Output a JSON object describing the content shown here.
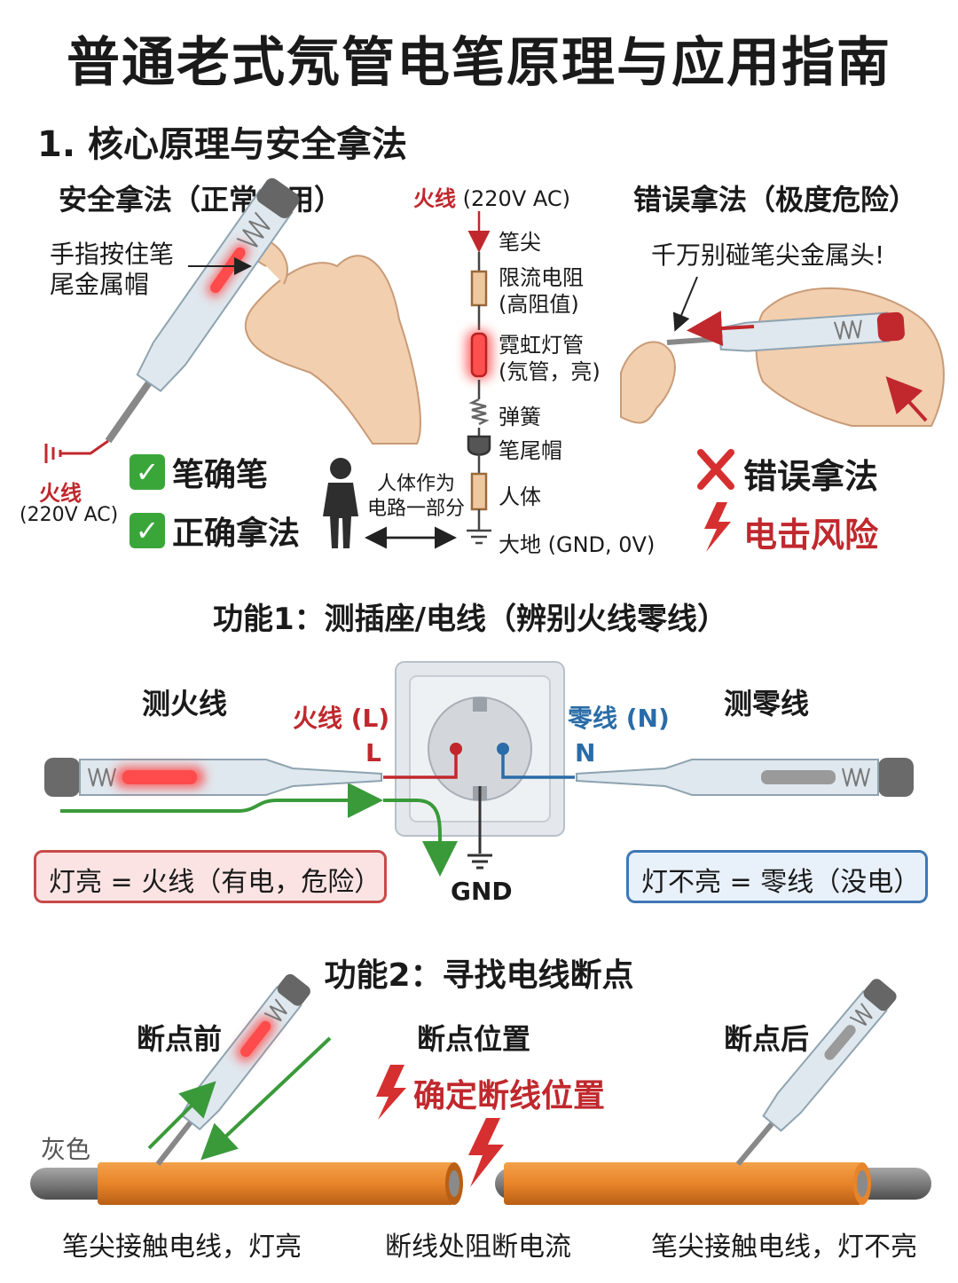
{
  "title": "普通老式氖管电笔原理与应用指南",
  "section1": {
    "heading": "1. 核心原理与安全拿法",
    "safe": {
      "heading": "安全拿法（正常使用）",
      "finger_note": "手指按住笔\n尾金属帽",
      "live_label": "火线",
      "live_voltage": "(220V AC)",
      "check1": "笔确笔",
      "check2": "正确拿法"
    },
    "circuit": {
      "live": "火线",
      "live_voltage": "(220V AC)",
      "tip": "笔尖",
      "resistor": "限流电阻\n(高阻值)",
      "neon": "霓虹灯管\n(氖管，亮)",
      "spring": "弹簧",
      "cap": "笔尾帽",
      "body": "人体",
      "ground": "大地 (GND, 0V)",
      "human_note": "人体作为\n电路一部分"
    },
    "wrong": {
      "heading": "错误拿法（极度危险）",
      "note": "千万别碰笔尖金属头!",
      "cross_label": "错误拿法",
      "shock_label": "电击风险"
    }
  },
  "function1": {
    "heading": "功能1：测插座/电线（辨别火线零线）",
    "left_title": "测火线",
    "right_title": "测零线",
    "live_label": "火线 (L)",
    "live_letter": "L",
    "neutral_label": "零线 (N)",
    "neutral_letter": "N",
    "gnd": "GND",
    "left_result": "灯亮 = 火线（有电，危险）",
    "right_result": "灯不亮 = 零线（没电）"
  },
  "function2": {
    "heading": "功能2：寻找电线断点",
    "before": "断点前",
    "position": "断点位置",
    "after": "断点后",
    "confirm": "确定断线位置",
    "gray": "灰色",
    "caption_left": "笔尖接触电线，灯亮",
    "caption_mid": "断线处阻断电流",
    "caption_right": "笔尖接触电线，灯不亮"
  },
  "colors": {
    "live": "#c0282d",
    "neutral": "#2a6ca8",
    "ground": "#333333",
    "wire_insulation": "#e8842a",
    "wire_core": "#7c7c7c",
    "arrow_green": "#3a9a3a",
    "neon_glow": "#ff3b3b"
  },
  "icons": [
    "check-icon",
    "cross-icon",
    "lightning-icon",
    "person-icon",
    "ground-icon",
    "hand-icon",
    "voltage-tester-icon",
    "socket-icon"
  ]
}
